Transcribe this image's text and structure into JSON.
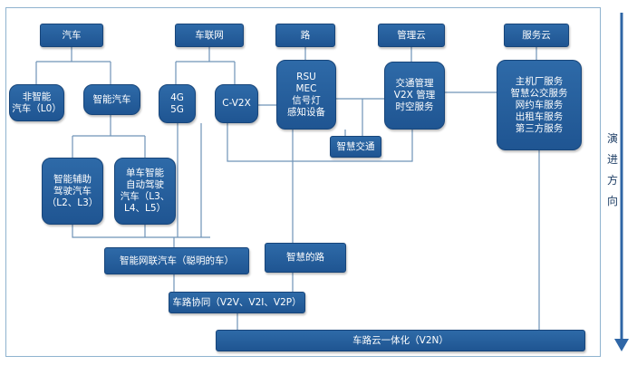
{
  "nodes": {
    "car": "汽车",
    "telematics": "车联网",
    "road": "路",
    "mgmt_cloud": "管理云",
    "service_cloud": "服务云",
    "non_smart_car": [
      "非智能",
      "汽车（L0）"
    ],
    "smart_car": "智能汽车",
    "net_4g5g": [
      "4G",
      "5G"
    ],
    "cv2x": "C-V2X",
    "road_infra": [
      "RSU",
      "MEC",
      "信号灯",
      "感知设备"
    ],
    "traffic_mgmt": [
      "交通管理",
      "V2X 管理",
      "时空服务"
    ],
    "services": [
      "主机厂服务",
      "智慧公交服务",
      "网约车服务",
      "出租车服务",
      "第三方服务"
    ],
    "smart_traffic": "智慧交通",
    "assisted_driving": [
      "智能辅助",
      "驾驶汽车",
      "（L2、L3）"
    ],
    "autonomous": [
      "单车智能",
      "自动驾驶",
      "汽车（L3、",
      "L4、L5）"
    ],
    "icv": "智能网联汽车（聪明的车）",
    "smart_road": "智慧的路",
    "vehicle_road": "车路协同（V2V、V2I、V2P）",
    "v2n": "车路云一体化（V2N）"
  },
  "evolution_direction": [
    "演",
    "进",
    "方",
    "向"
  ],
  "colors": {
    "box": "#2a63a2",
    "line": "#6f93b8",
    "arrow": "#2f66a6",
    "frame": "#8fb3cf"
  }
}
